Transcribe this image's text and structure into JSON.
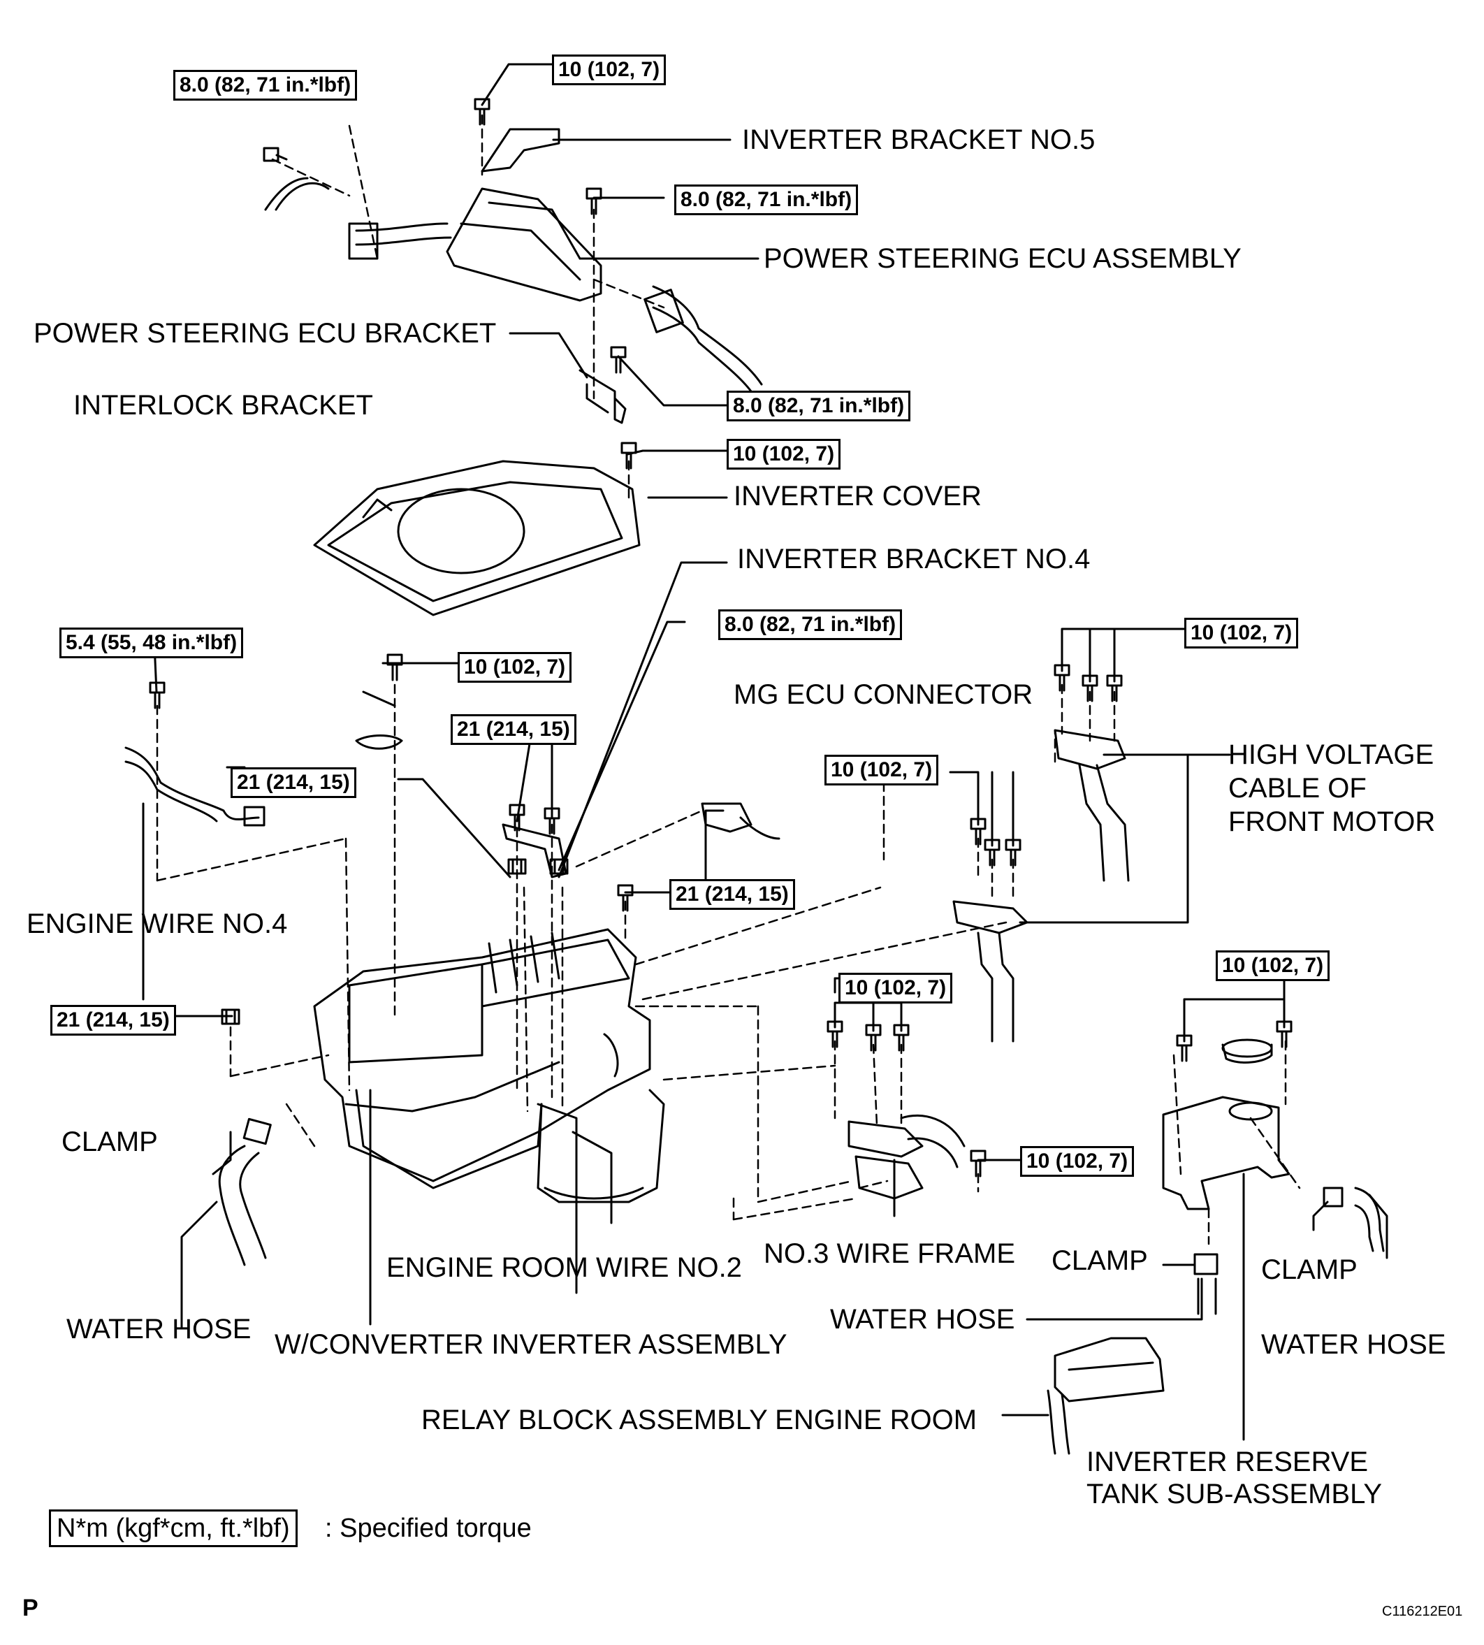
{
  "parts": {
    "inverter_bracket_no5": "INVERTER BRACKET NO.5",
    "power_steering_ecu_assembly": "POWER STEERING ECU ASSEMBLY",
    "power_steering_ecu_bracket": "POWER STEERING ECU BRACKET",
    "interlock_bracket": "INTERLOCK BRACKET",
    "inverter_cover": "INVERTER COVER",
    "inverter_bracket_no4": "INVERTER BRACKET NO.4",
    "mg_ecu_connector": "MG ECU CONNECTOR",
    "high_voltage_cable_1": "HIGH VOLTAGE",
    "high_voltage_cable_2": "CABLE OF",
    "high_voltage_cable_3": "FRONT MOTOR",
    "engine_wire_no4": "ENGINE WIRE NO.4",
    "clamp_left": "CLAMP",
    "water_hose_left": "WATER HOSE",
    "engine_room_wire_no2": "ENGINE ROOM WIRE NO.2",
    "wconverter_inverter_assembly": "W/CONVERTER INVERTER ASSEMBLY",
    "no3_wire_frame": "NO.3 WIRE FRAME",
    "clamp_mid": "CLAMP",
    "clamp_right": "CLAMP",
    "water_hose_mid": "WATER HOSE",
    "water_hose_right": "WATER HOSE",
    "relay_block": "RELAY BLOCK ASSEMBLY ENGINE ROOM",
    "inverter_reserve_tank_1": "INVERTER RESERVE",
    "inverter_reserve_tank_2": "TANK SUB-ASSEMBLY"
  },
  "torques": {
    "t_top_left": "8.0 (82, 71 in.*lbf)",
    "t_top_center": "10 (102, 7)",
    "t_ecu_bolt": "8.0 (82, 71 in.*lbf)",
    "t_ecu_bracket": "8.0 (82, 71 in.*lbf)",
    "t_cover": "10 (102, 7)",
    "t_bracket4": "8.0 (82, 71 in.*lbf)",
    "t_engine_wire": "5.4 (55, 48 in.*lbf)",
    "t_interlock": "10 (102, 7)",
    "t_hv_upper": "10 (102, 7)",
    "t_nut_upper": "21 (214, 15)",
    "t_nut_left": "21 (214, 15)",
    "t_nut_right": "21 (214, 15)",
    "t_hv_lower": "10 (102, 7)",
    "t_nut_far_left": "21 (214, 15)",
    "t_wire_frame_top": "10 (102, 7)",
    "t_tank": "10 (102, 7)",
    "t_wire_frame_side": "10 (102, 7)"
  },
  "legend": {
    "box": "N*m (kgf*cm, ft.*lbf)",
    "text": ": Specified torque"
  },
  "corner_letter": "P",
  "figure_code": "C116212E01"
}
